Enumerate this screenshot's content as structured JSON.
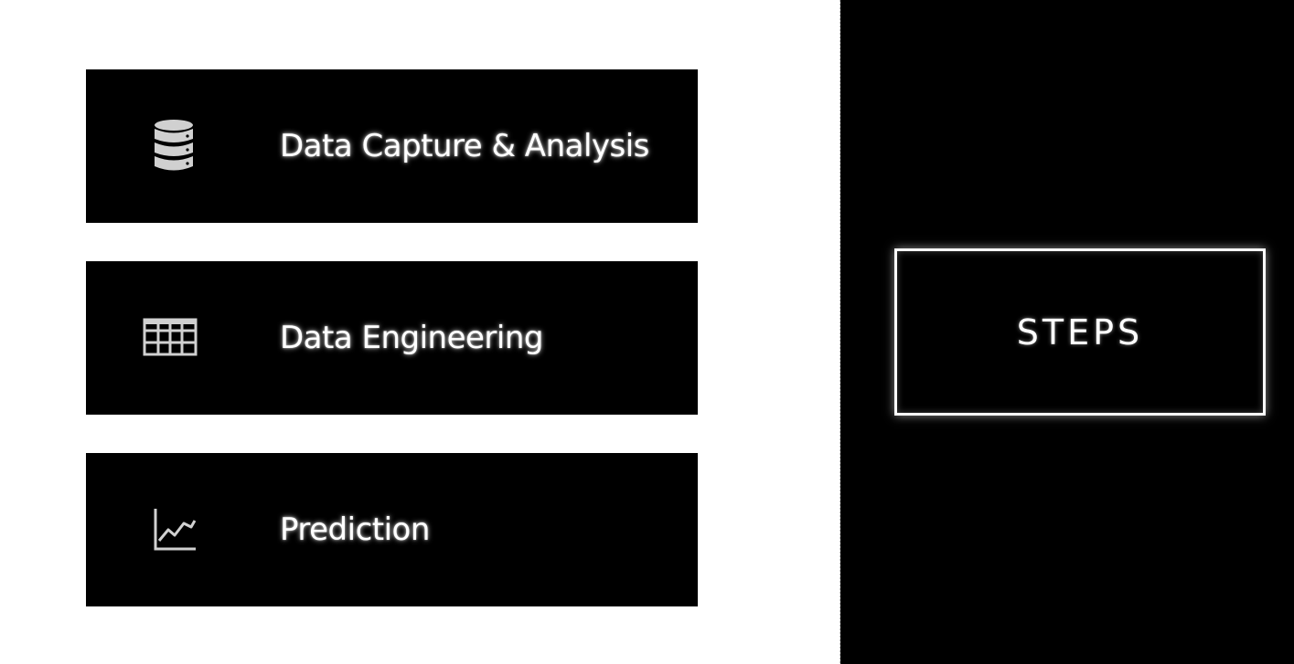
{
  "steps": [
    {
      "label": "Data Capture & Analysis",
      "icon": "database-icon"
    },
    {
      "label": "Data Engineering",
      "icon": "table-icon"
    },
    {
      "label": "Prediction",
      "icon": "line-chart-icon"
    }
  ],
  "panel": {
    "title": "STEPS"
  },
  "colors": {
    "background": "#ffffff",
    "card": "#000000",
    "text": "#ffffff",
    "icon": "#d0d0d0"
  }
}
